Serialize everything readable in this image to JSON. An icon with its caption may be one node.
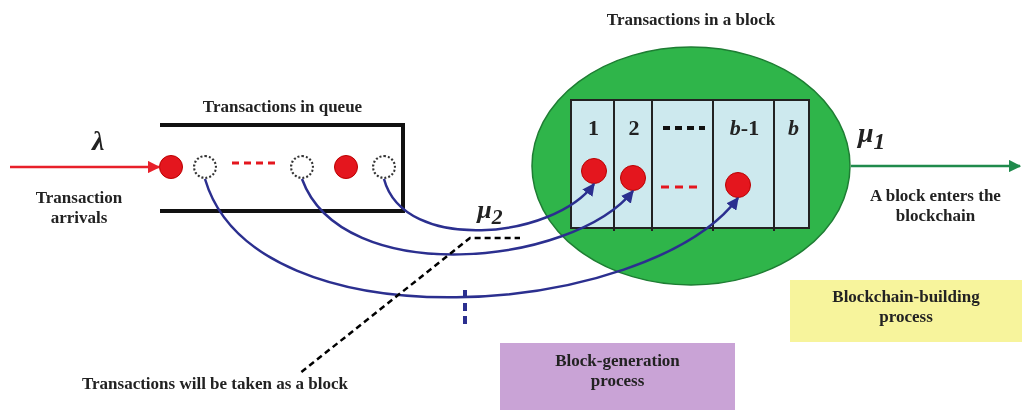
{
  "diagram": {
    "nodes": [
      {
        "text": [
          "Transactions in queue"
        ]
      },
      {
        "text": [],
        "shape": "circle",
        "in": 0
      },
      {
        "text": [],
        "shape": "circle",
        "in": 0
      },
      {
        "text": [],
        "shape": "circle",
        "in": 0
      },
      {
        "text": [],
        "shape": "circle",
        "in": 0
      },
      {
        "text": [],
        "shape": "circle",
        "in": 0
      },
      {
        "text": [
          "Transactions in a block"
        ]
      },
      {
        "text": [],
        "shape": "box",
        "in": 6
      },
      {
        "text": [
          "1"
        ],
        "in": 7
      },
      {
        "text": [
          "2"
        ],
        "in": 7
      },
      {
        "text": [],
        "shape": "box",
        "in": 7
      },
      {
        "text": [
          "*b*-1"
        ],
        "in": 7
      },
      {
        "text": [
          "b"
        ],
        "in": 7
      },
      {
        "text": [],
        "shape": "circle",
        "in": 8
      },
      {
        "text": [],
        "shape": "circle",
        "in": 9
      },
      {
        "text": [],
        "shape": "circle",
        "in": 11
      },
      {
        "text": [
          "Transactions will be taken as a block"
        ]
      },
      {
        "text": [
          "Block-generation process"
        ]
      },
      {
        "text": [
          "Blockchain-building process"
        ]
      }
    ],
    "edges": [
      {
        "from": null,
        "to": 1,
        "arrow": "to",
        "label": "λ",
        "color": "#e8202a"
      },
      {
        "from": 6,
        "to": null,
        "arrow": "to",
        "label": "μ$_{1}$",
        "color": "#1f8a4c"
      },
      {
        "from": 5,
        "to": 13,
        "arrow": "to"
      },
      {
        "from": 3,
        "to": 14,
        "arrow": "to"
      },
      {
        "from": 2,
        "to": 15,
        "arrow": "to"
      },
      {
        "from": 16,
        "to": null,
        "arrow": "none",
        "style": "dashed",
        "color": "#000000"
      }
    ],
    "labels": [
      "Transaction arrivals",
      "μ$_{2}$",
      "A block enters the blockchain"
    ]
  }
}
